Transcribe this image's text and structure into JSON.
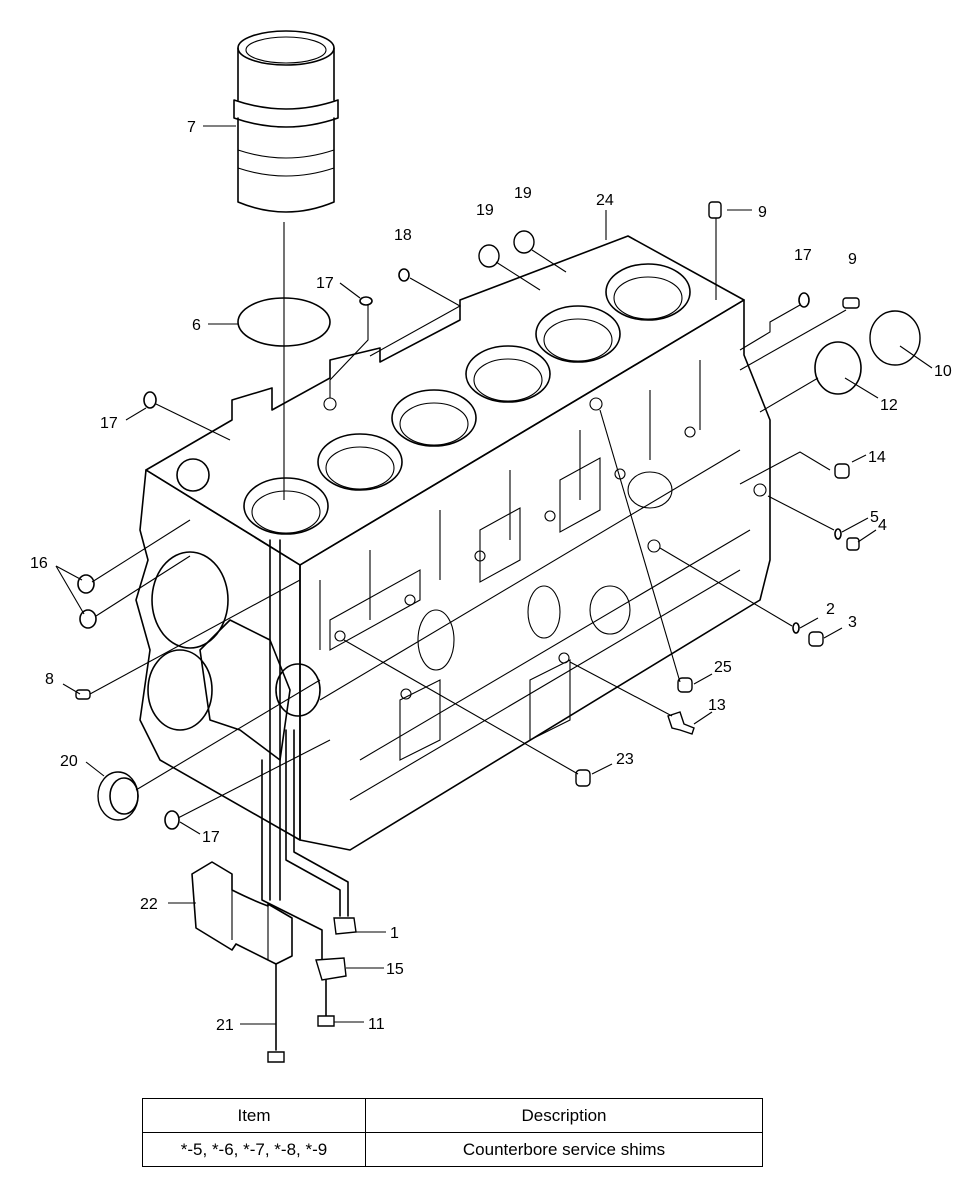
{
  "callouts": [
    {
      "id": "c7",
      "label": "7"
    },
    {
      "id": "c6",
      "label": "6"
    },
    {
      "id": "c17a",
      "label": "17"
    },
    {
      "id": "c18",
      "label": "18"
    },
    {
      "id": "c19a",
      "label": "19"
    },
    {
      "id": "c19b",
      "label": "19"
    },
    {
      "id": "c24",
      "label": "24"
    },
    {
      "id": "c9a",
      "label": "9"
    },
    {
      "id": "c17b",
      "label": "17"
    },
    {
      "id": "c9b",
      "label": "9"
    },
    {
      "id": "c10",
      "label": "10"
    },
    {
      "id": "c12",
      "label": "12"
    },
    {
      "id": "c17c",
      "label": "17"
    },
    {
      "id": "c14",
      "label": "14"
    },
    {
      "id": "c5",
      "label": "5"
    },
    {
      "id": "c4",
      "label": "4"
    },
    {
      "id": "c16",
      "label": "16"
    },
    {
      "id": "c2",
      "label": "2"
    },
    {
      "id": "c3",
      "label": "3"
    },
    {
      "id": "c8",
      "label": "8"
    },
    {
      "id": "c25",
      "label": "25"
    },
    {
      "id": "c13",
      "label": "13"
    },
    {
      "id": "c20",
      "label": "20"
    },
    {
      "id": "c23",
      "label": "23"
    },
    {
      "id": "c17d",
      "label": "17"
    },
    {
      "id": "c22",
      "label": "22"
    },
    {
      "id": "c1",
      "label": "1"
    },
    {
      "id": "c15",
      "label": "15"
    },
    {
      "id": "c21",
      "label": "21"
    },
    {
      "id": "c11",
      "label": "11"
    }
  ],
  "table": {
    "headers": [
      "Item",
      "Description"
    ],
    "rows": [
      [
        "*-5, *-6, *-7, *-8, *-9",
        "Counterbore service shims"
      ]
    ]
  }
}
